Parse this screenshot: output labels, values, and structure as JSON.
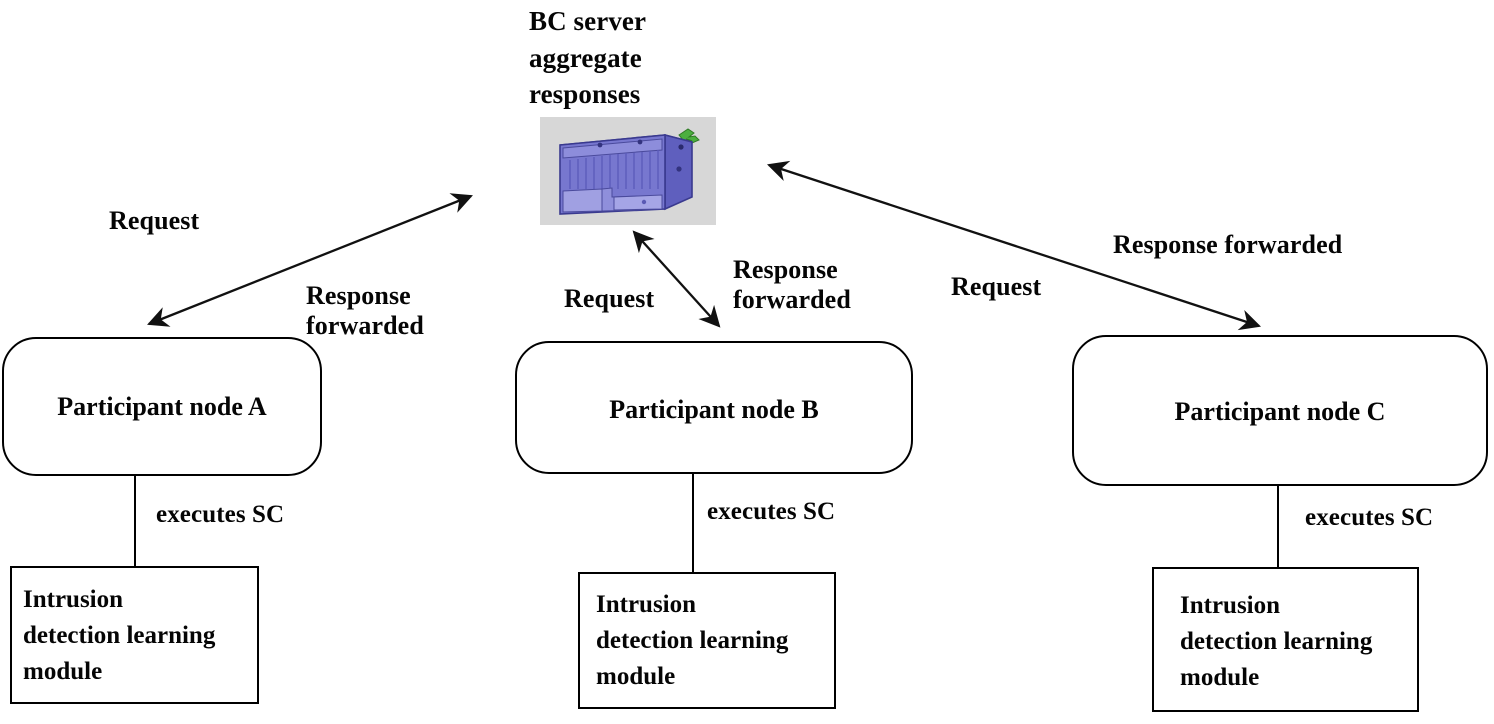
{
  "diagram": {
    "title_lines": "BC server\naggregate\nresponses",
    "server_icon_name": "blockchain-server-box",
    "nodes": [
      {
        "id": "a",
        "label": "Participant node A"
      },
      {
        "id": "b",
        "label": "Participant node B"
      },
      {
        "id": "c",
        "label": "Participant node C"
      }
    ],
    "modules": [
      {
        "id": "a",
        "label": "Intrusion\ndetection learning\nmodule"
      },
      {
        "id": "b",
        "label": "Intrusion\ndetection learning\nmodule"
      },
      {
        "id": "c",
        "label": "Intrusion\ndetection learning\nmodule"
      }
    ],
    "flow_labels": {
      "request_a": "Request",
      "response_a": "Response\nforwarded",
      "request_b": "Request",
      "response_b": "Response\nforwarded",
      "request_c": "Request",
      "response_c": "Response forwarded",
      "executes_sc_a": "executes SC",
      "executes_sc_b": "executes SC",
      "executes_sc_c": "executes SC"
    },
    "colors": {
      "stroke": "#000000",
      "background": "#ffffff",
      "server_body": "#5a5ab4",
      "server_face": "#7b7bd0",
      "server_panel": "#9a9ade",
      "server_backdrop": "#d7d7d7",
      "server_antenna": "#4caf3f"
    }
  }
}
